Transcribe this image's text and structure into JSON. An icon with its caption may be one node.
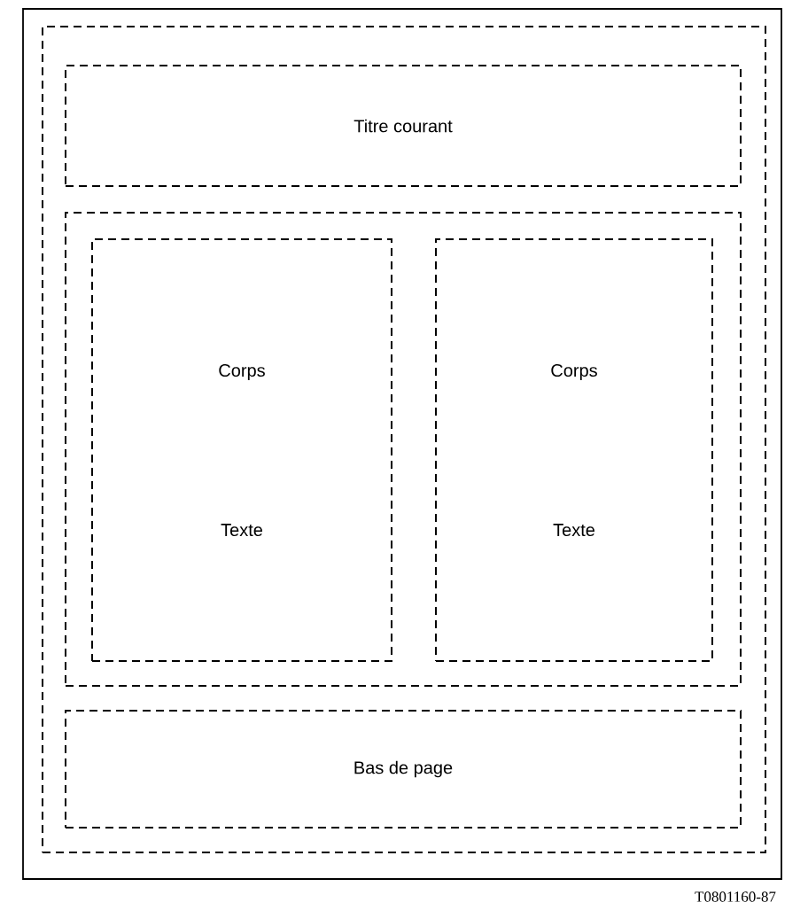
{
  "diagram": {
    "nodes": [
      {
        "text": [],
        "shape": "box"
      },
      {
        "text": [],
        "shape": "box",
        "in": 0
      },
      {
        "text": [
          "Titre courant"
        ],
        "in": 1
      },
      {
        "text": [],
        "shape": "box",
        "in": 1
      },
      {
        "text": [
          "Corps",
          "Texte"
        ],
        "in": 3
      },
      {
        "text": [
          "Corps",
          "Texte"
        ],
        "in": 3
      },
      {
        "text": [
          "Bas de page"
        ],
        "in": 1
      }
    ],
    "labels": [
      "T0801160-87"
    ]
  }
}
